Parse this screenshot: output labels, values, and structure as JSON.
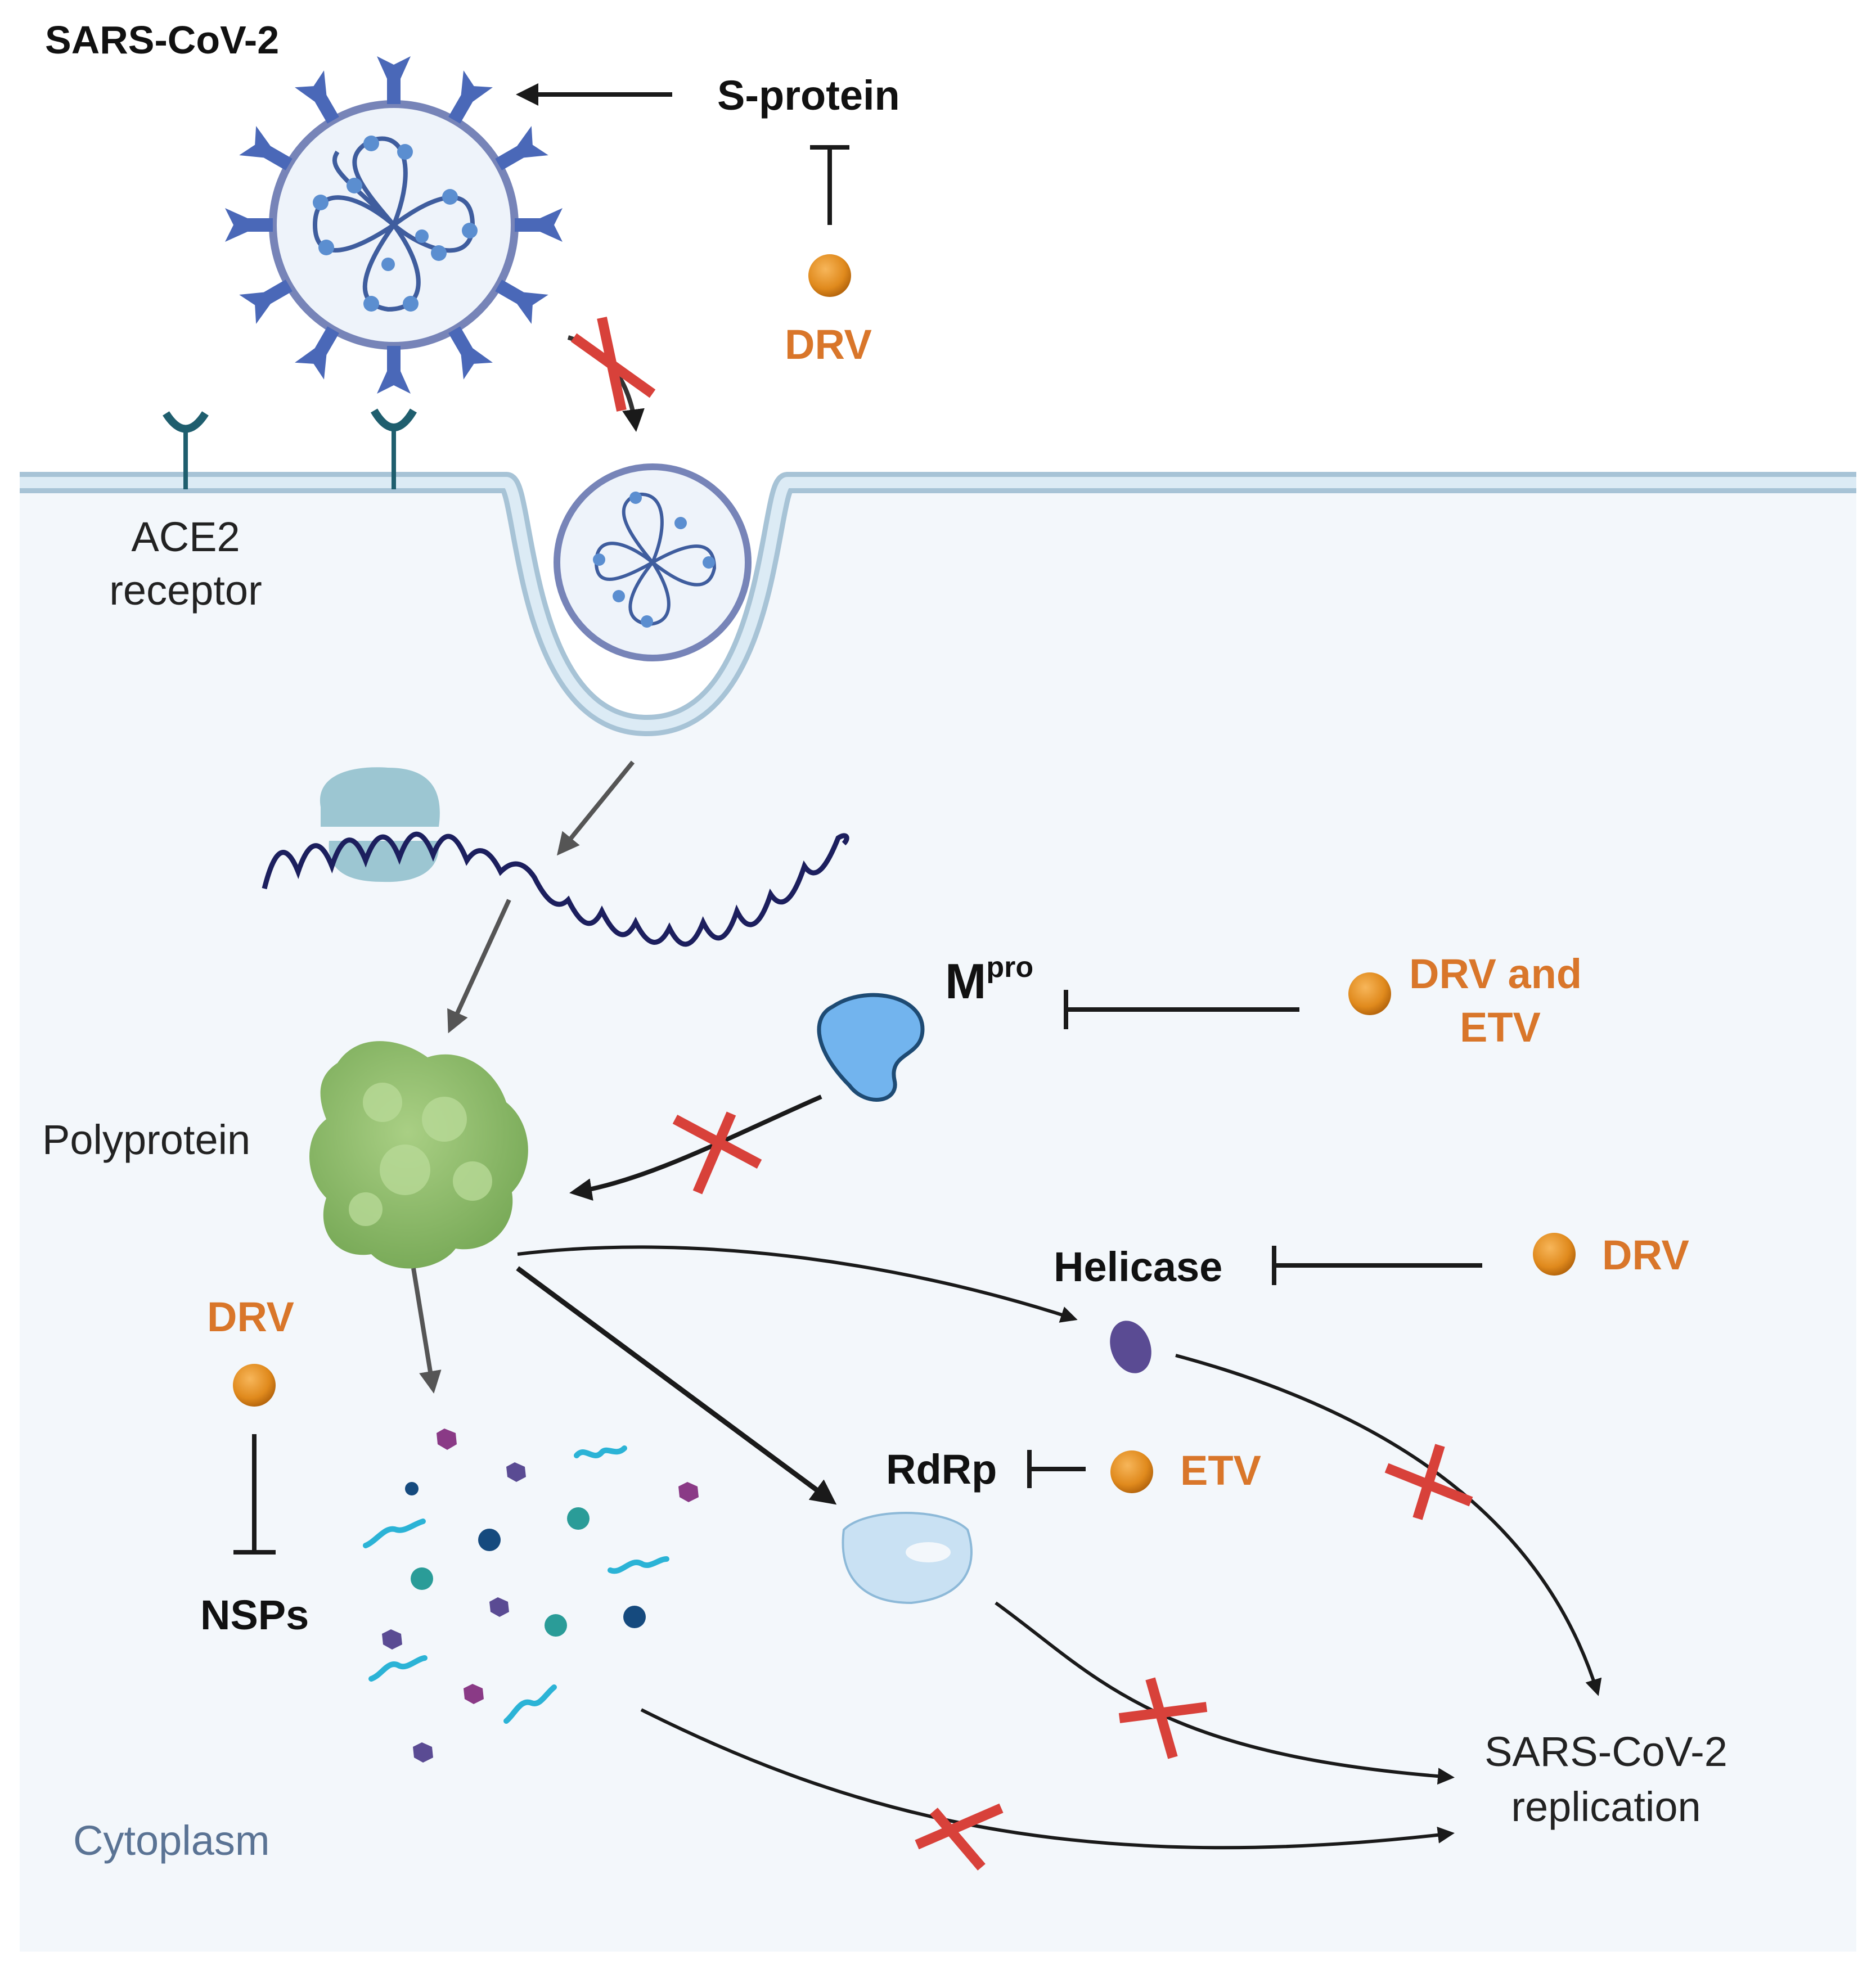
{
  "colors": {
    "drug": "#d9762a",
    "drug_dot": "#e7921f",
    "inhibit_cross": "#d8413a",
    "virus": "#4f6fb0",
    "cytoplasm_bg": "#f4f8fb",
    "membrane": "#a9c4d6",
    "cytoplasm_label": "#5a7394"
  },
  "labels": {
    "virus_name": "SARS-CoV-2",
    "s_protein": "S-protein",
    "drv_top": "DRV",
    "ace2_line1": "ACE2",
    "ace2_line2": "receptor",
    "mpro_main": "M",
    "mpro_sup": "pro",
    "drv_etv_line1": "DRV and",
    "drv_etv_line2": "ETV",
    "polyprotein": "Polyprotein",
    "helicase": "Helicase",
    "drv_helicase": "DRV",
    "drv_nsp": "DRV",
    "nsps": "NSPs",
    "rdrp": "RdRp",
    "etv": "ETV",
    "replication_line1": "SARS-CoV-2",
    "replication_line2": "replication",
    "cytoplasm": "Cytoplasm"
  },
  "icons": [
    "virus-icon",
    "spike-protein-icon",
    "drug-molecule-icon",
    "ace2-receptor-icon",
    "endosome-icon",
    "ribosome-icon",
    "rna-strand-icon",
    "mpro-enzyme-icon",
    "polyprotein-icon",
    "helicase-icon",
    "rdrp-enzyme-icon",
    "nsp-fragment-icon",
    "inhibition-cross-icon"
  ]
}
